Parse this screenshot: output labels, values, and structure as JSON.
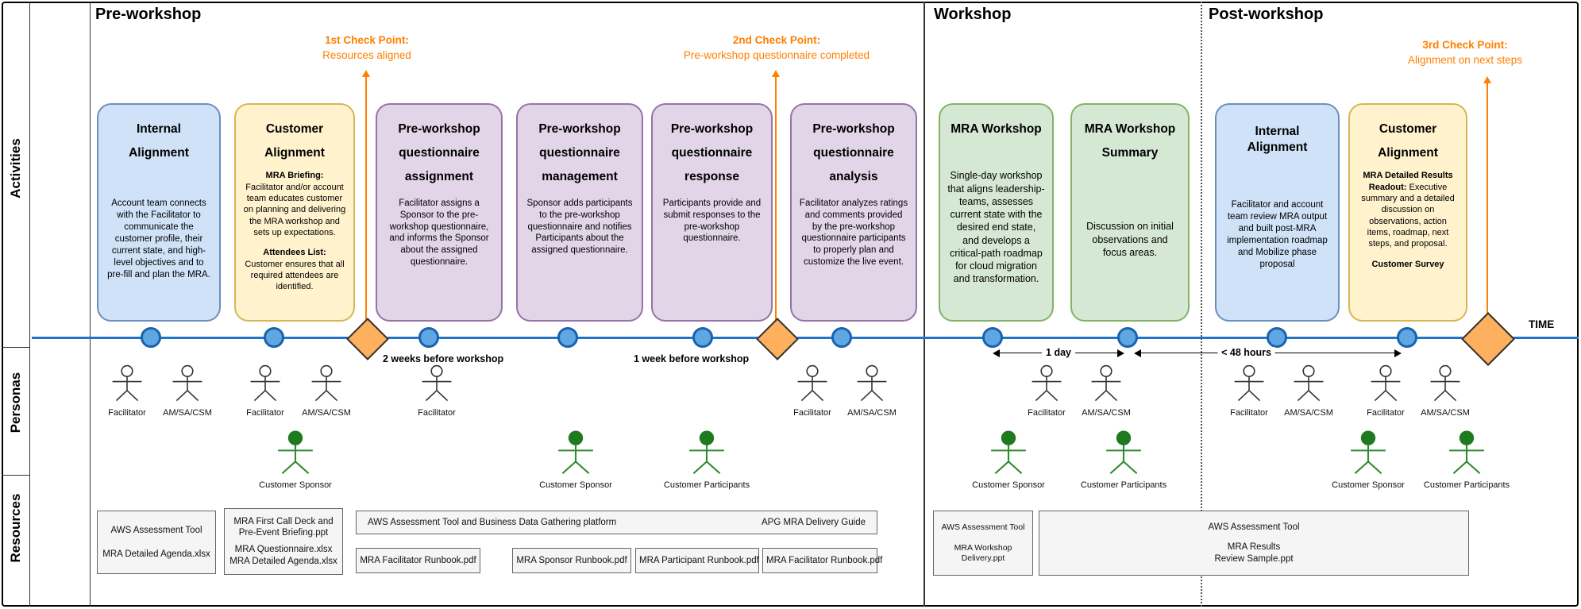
{
  "sections": [
    "Pre-workshop",
    "Workshop",
    "Post-workshop"
  ],
  "lanes": [
    "Activities",
    "Personas",
    "Resources"
  ],
  "checkpoints": [
    {
      "title": "1st Check Point:",
      "subtitle": "Resources aligned"
    },
    {
      "title": "2nd Check Point:",
      "subtitle": "Pre-workshop questionnaire completed"
    },
    {
      "title": "3rd Check Point:",
      "subtitle": "Alignment on next steps"
    }
  ],
  "timeline": {
    "time_label": "TIME",
    "milestone_labels": [
      "2 weeks before workshop",
      "1 week before workshop"
    ],
    "duration_labels": [
      "1 day",
      "< 48 hours"
    ]
  },
  "activities": [
    {
      "color": "blue",
      "title_lines": [
        "Internal",
        "Alignment"
      ],
      "body": "Account team connects with the Facilitator to communicate the customer profile, their current state, and high-level objectives and to pre-fill and plan the MRA."
    },
    {
      "color": "yellow",
      "title_lines": [
        "Customer",
        "Alignment"
      ],
      "paragraphs": [
        {
          "b": "MRA Briefing:",
          "t": "Facilitator and/or account team educates customer on planning and delivering the MRA workshop and sets up expectations."
        },
        {
          "b": "Attendees List:",
          "t": "Customer ensures that all required attendees are identified."
        }
      ]
    },
    {
      "color": "purple",
      "title_lines": [
        "Pre-workshop",
        "questionnaire",
        "assignment"
      ],
      "body": "Facilitator assigns a Sponsor to the pre-workshop questionnaire, and informs the Sponsor about the assigned questionnaire."
    },
    {
      "color": "purple",
      "title_lines": [
        "Pre-workshop",
        "questionnaire",
        "management"
      ],
      "body": "Sponsor adds participants to the pre-workshop questionnaire and notifies Participants about the assigned questionnaire."
    },
    {
      "color": "purple",
      "title_lines": [
        "Pre-workshop",
        "questionnaire",
        "response"
      ],
      "body": "Participants provide and submit responses to the pre-workshop questionnaire."
    },
    {
      "color": "purple",
      "title_lines": [
        "Pre-workshop",
        "questionnaire",
        "analysis"
      ],
      "body": "Facilitator analyzes ratings and comments provided by the pre-workshop questionnaire participants to properly plan and customize the live event."
    },
    {
      "color": "green",
      "title_lines": [
        "MRA Workshop"
      ],
      "body": "Single-day workshop that aligns leadership-teams, assesses current state with the desired end state, and develops a critical-path roadmap for cloud migration and transformation."
    },
    {
      "color": "green",
      "title_lines": [
        "MRA Workshop",
        "Summary"
      ],
      "body": "Discussion on initial observations and focus areas."
    },
    {
      "color": "blue",
      "title_lines": [
        "Internal",
        "Alignment"
      ],
      "body": "Facilitator and account team review MRA output and built post-MRA implementation roadmap and Mobilize phase proposal"
    },
    {
      "color": "yellow",
      "title_lines": [
        "Customer",
        "Alignment"
      ],
      "paragraphs": [
        {
          "b": "MRA Detailed Results Readout:",
          "t": "Executive summary and a detailed discussion on observations, action items, roadmap, next steps, and proposal."
        },
        {
          "b": "Customer Survey",
          "t": ""
        }
      ]
    }
  ],
  "personas": {
    "pre_aws": [
      "Facilitator",
      "AM/SA/CSM",
      "Facilitator",
      "AM/SA/CSM",
      "Facilitator",
      "Facilitator",
      "AM/SA/CSM"
    ],
    "pre_customer": [
      "Customer Sponsor",
      "Customer Sponsor",
      "Customer Participants"
    ],
    "workshop_aws": [
      "Facilitator",
      "AM/SA/CSM"
    ],
    "workshop_customer": [
      "Customer Sponsor",
      "Customer Participants"
    ],
    "post_aws": [
      "Facilitator",
      "AM/SA/CSM",
      "Facilitator",
      "AM/SA/CSM"
    ],
    "post_customer": [
      "Customer Sponsor",
      "Customer Participants"
    ]
  },
  "resources": {
    "pre_box1": [
      "AWS Assessment Tool",
      "MRA Detailed Agenda.xlsx"
    ],
    "pre_box2_line1": "MRA First Call Deck and Pre-Event Briefing.ppt",
    "pre_box2_line2": "MRA Questionnaire.xlsx MRA Detailed Agenda.xlsx",
    "platform_bar_left": "AWS Assessment Tool and Business Data Gathering platform",
    "platform_bar_right": "APG MRA Delivery Guide",
    "runbooks": [
      "MRA Facilitator Runbook.pdf",
      "MRA Sponsor Runbook.pdf",
      "MRA Participant Runbook.pdf",
      "MRA Facilitator Runbook.pdf"
    ],
    "workshop_box": [
      "AWS Assessment Tool",
      "MRA Workshop Delivery.ppt"
    ],
    "post_box": [
      "AWS Assessment Tool",
      "MRA Results",
      "Review Sample.ppt"
    ]
  },
  "colors": {
    "timeline_blue": "#1f76c8",
    "milestone_fill": "#5ea7e3",
    "checkpoint_diamond_fill": "#ffb05e",
    "checkpoint_text_orange": "#ff7f00",
    "activity_blue_fill": "#cfe2f7",
    "activity_blue_stroke": "#6c8ebf",
    "activity_yellow_fill": "#fff2cc",
    "activity_yellow_stroke": "#d6b656",
    "activity_purple_fill": "#e1d5e7",
    "activity_purple_stroke": "#9673a6",
    "activity_green_fill": "#d5e8d4",
    "activity_green_stroke": "#82b366",
    "customer_persona_green": "#1e7a1e",
    "resource_box_fill": "#f5f5f5"
  }
}
